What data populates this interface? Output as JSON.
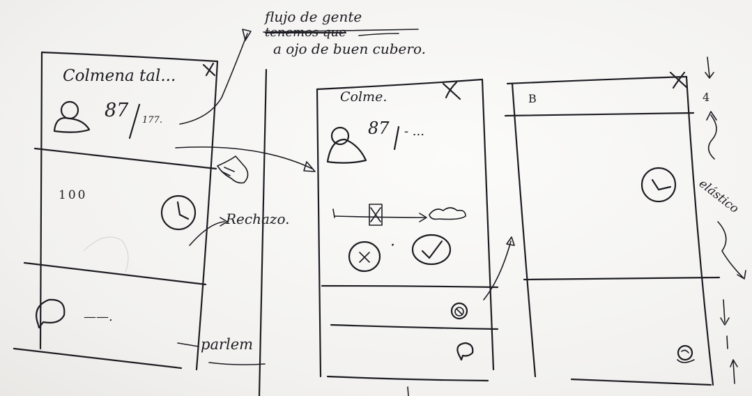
{
  "annotations": {
    "flow_line1": "flujo de gente",
    "flow_line2": "tenemos que",
    "flow_line3": "a ojo de buen cubero.",
    "refuse": "Rechazo.",
    "talk": "parlem",
    "elastic": "elástico"
  },
  "screen1": {
    "title": "Colmena tal...",
    "close": "X",
    "count": "87",
    "total": "177.",
    "value": "100",
    "comment_line": "——."
  },
  "screen2": {
    "title": "Colme.",
    "close": "X",
    "count": "87",
    "total": "- ...",
    "dot": "·"
  },
  "screen3": {
    "header": "B",
    "close": "X",
    "side_top": "4"
  },
  "colors": {
    "ink": "#1c1c22",
    "paper": "#f4f3f1"
  }
}
